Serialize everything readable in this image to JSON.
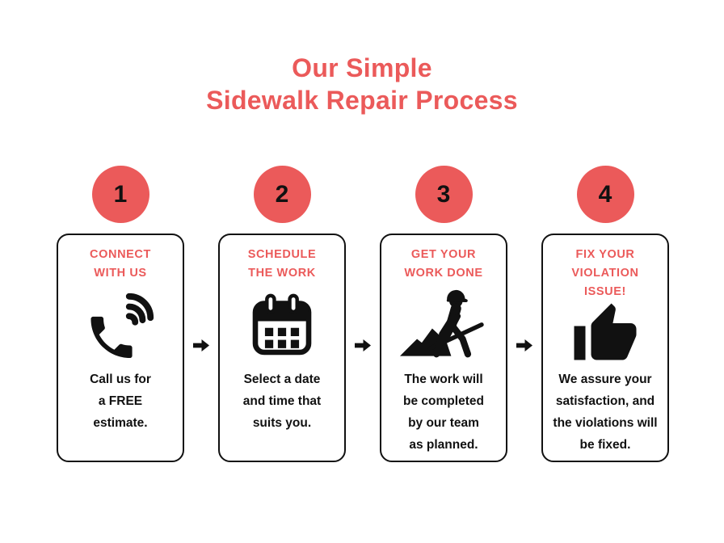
{
  "title": {
    "line1": "Our Simple",
    "line2": "Sidewalk Repair Process"
  },
  "colors": {
    "accent_red": "#eb5a5a",
    "ink_black": "#111111",
    "background": "#ffffff"
  },
  "steps": [
    {
      "number": "1",
      "heading": "CONNECT\nWITH US",
      "icon": "phone-icon",
      "body": "Call us for\na FREE\nestimate."
    },
    {
      "number": "2",
      "heading": "SCHEDULE\nTHE WORK",
      "icon": "calendar-icon",
      "body": "Select a date\nand time that\nsuits you."
    },
    {
      "number": "3",
      "heading": "GET YOUR\nWORK DONE",
      "icon": "construction-worker-icon",
      "body": "The work will\nbe completed\nby our team\nas planned."
    },
    {
      "number": "4",
      "heading": "FIX YOUR\nVIOLATION\nISSUE!",
      "icon": "thumbs-up-icon",
      "body": "We assure your\nsatisfaction, and\nthe violations will\nbe fixed."
    }
  ],
  "connector": "right-arrow"
}
